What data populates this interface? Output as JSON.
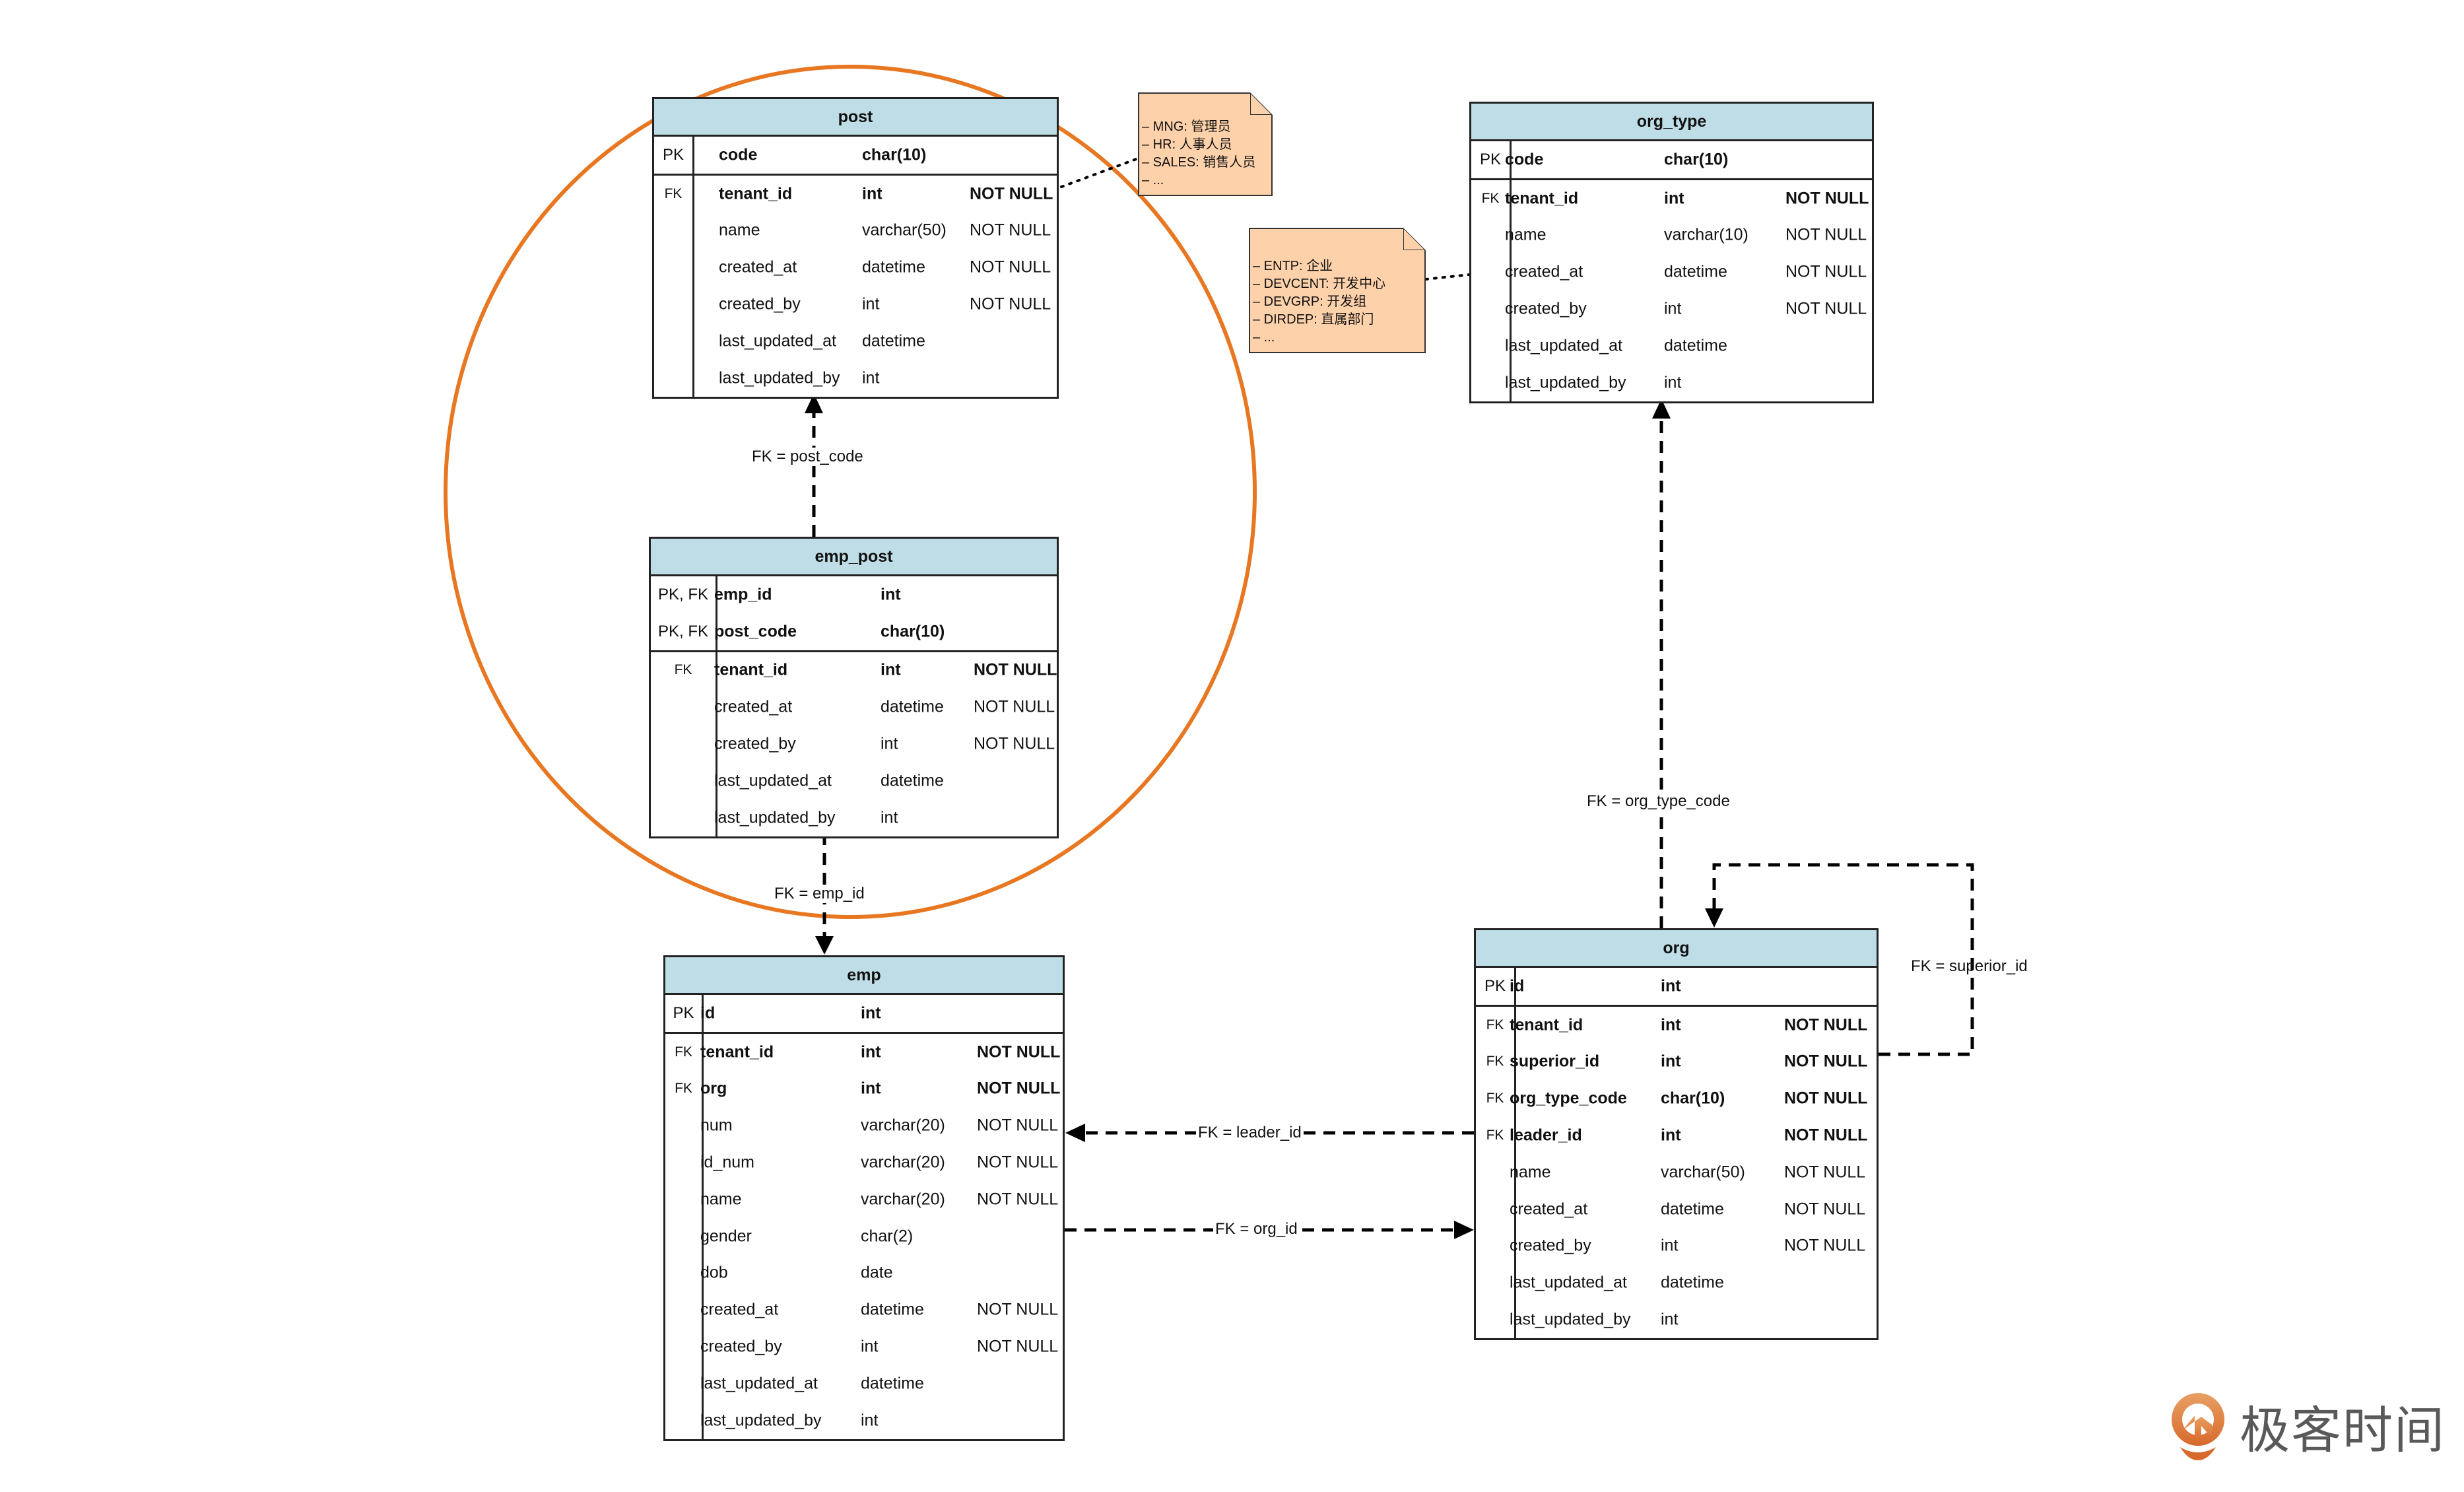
{
  "diagram": {
    "type": "ER diagram",
    "highlight_color": "#e87722",
    "header_color": "#bfdde6",
    "note_color": "#fdd1aa"
  },
  "entities": {
    "post": {
      "title": "post",
      "pk_rows": [
        {
          "key": "PK",
          "name": "code",
          "type": "char(10)",
          "null": ""
        }
      ],
      "rows": [
        {
          "key": "FK",
          "name": "tenant_id",
          "type": "int",
          "null": "NOT NULL",
          "bold": true
        },
        {
          "key": "",
          "name": "name",
          "type": "varchar(50)",
          "null": "NOT NULL"
        },
        {
          "key": "",
          "name": "created_at",
          "type": "datetime",
          "null": "NOT NULL"
        },
        {
          "key": "",
          "name": "created_by",
          "type": "int",
          "null": "NOT NULL"
        },
        {
          "key": "",
          "name": "last_updated_at",
          "type": "datetime",
          "null": ""
        },
        {
          "key": "",
          "name": "last_updated_by",
          "type": "int",
          "null": ""
        }
      ]
    },
    "emp_post": {
      "title": "emp_post",
      "pk_rows": [
        {
          "key": "PK, FK",
          "name": "emp_id",
          "type": "int",
          "null": ""
        },
        {
          "key": "PK, FK",
          "name": "post_code",
          "type": "char(10)",
          "null": ""
        }
      ],
      "rows": [
        {
          "key": "FK",
          "name": "tenant_id",
          "type": "int",
          "null": "NOT NULL",
          "bold": true
        },
        {
          "key": "",
          "name": "created_at",
          "type": "datetime",
          "null": "NOT NULL"
        },
        {
          "key": "",
          "name": "created_by",
          "type": "int",
          "null": "NOT NULL"
        },
        {
          "key": "",
          "name": "last_updated_at",
          "type": "datetime",
          "null": ""
        },
        {
          "key": "",
          "name": "last_updated_by",
          "type": "int",
          "null": ""
        }
      ]
    },
    "org_type": {
      "title": "org_type",
      "pk_rows": [
        {
          "key": "PK",
          "name": "code",
          "type": "char(10)",
          "null": ""
        }
      ],
      "rows": [
        {
          "key": "FK",
          "name": "tenant_id",
          "type": "int",
          "null": "NOT NULL",
          "bold": true
        },
        {
          "key": "",
          "name": "name",
          "type": "varchar(10)",
          "null": "NOT NULL"
        },
        {
          "key": "",
          "name": "created_at",
          "type": "datetime",
          "null": "NOT NULL"
        },
        {
          "key": "",
          "name": "created_by",
          "type": "int",
          "null": "NOT NULL"
        },
        {
          "key": "",
          "name": "last_updated_at",
          "type": "datetime",
          "null": ""
        },
        {
          "key": "",
          "name": "last_updated_by",
          "type": "int",
          "null": ""
        }
      ]
    },
    "emp": {
      "title": "emp",
      "pk_rows": [
        {
          "key": "PK",
          "name": "id",
          "type": "int",
          "null": ""
        }
      ],
      "rows": [
        {
          "key": "FK",
          "name": "tenant_id",
          "type": "int",
          "null": "NOT NULL",
          "bold": true
        },
        {
          "key": "FK",
          "name": "org",
          "type": "int",
          "null": "NOT NULL",
          "bold": true
        },
        {
          "key": "",
          "name": "num",
          "type": "varchar(20)",
          "null": "NOT NULL"
        },
        {
          "key": "",
          "name": "id_num",
          "type": "varchar(20)",
          "null": "NOT NULL"
        },
        {
          "key": "",
          "name": "name",
          "type": "varchar(20)",
          "null": "NOT NULL"
        },
        {
          "key": "",
          "name": "gender",
          "type": "char(2)",
          "null": ""
        },
        {
          "key": "",
          "name": "dob",
          "type": "date",
          "null": ""
        },
        {
          "key": "",
          "name": "created_at",
          "type": "datetime",
          "null": "NOT NULL"
        },
        {
          "key": "",
          "name": "created_by",
          "type": "int",
          "null": "NOT NULL"
        },
        {
          "key": "",
          "name": "last_updated_at",
          "type": "datetime",
          "null": ""
        },
        {
          "key": "",
          "name": "last_updated_by",
          "type": "int",
          "null": ""
        }
      ]
    },
    "org": {
      "title": "org",
      "pk_rows": [
        {
          "key": "PK",
          "name": "id",
          "type": "int",
          "null": ""
        }
      ],
      "rows": [
        {
          "key": "FK",
          "name": "tenant_id",
          "type": "int",
          "null": "NOT NULL",
          "bold": true
        },
        {
          "key": "FK",
          "name": "superior_id",
          "type": "int",
          "null": "NOT NULL",
          "bold": true
        },
        {
          "key": "FK",
          "name": "org_type_code",
          "type": "char(10)",
          "null": "NOT NULL",
          "bold": true
        },
        {
          "key": "FK",
          "name": "leader_id",
          "type": "int",
          "null": "NOT NULL",
          "bold": true
        },
        {
          "key": "",
          "name": "name",
          "type": "varchar(50)",
          "null": "NOT NULL"
        },
        {
          "key": "",
          "name": "created_at",
          "type": "datetime",
          "null": "NOT NULL"
        },
        {
          "key": "",
          "name": "created_by",
          "type": "int",
          "null": "NOT NULL"
        },
        {
          "key": "",
          "name": "last_updated_at",
          "type": "datetime",
          "null": ""
        },
        {
          "key": "",
          "name": "last_updated_by",
          "type": "int",
          "null": ""
        }
      ]
    }
  },
  "notes": {
    "post_codes": [
      "– MNG: 管理员",
      "– HR: 人事人员",
      "– SALES: 销售人员",
      "– ..."
    ],
    "org_type_codes": [
      "– ENTP: 企业",
      "– DEVCENT: 开发中心",
      "– DEVGRP: 开发组",
      "– DIRDEP: 直属部门",
      "– ..."
    ]
  },
  "relations": {
    "post_code": "FK = post_code",
    "emp_id": "FK = emp_id",
    "org_type_code": "FK = org_type_code",
    "superior_id": "FK = superior_id",
    "leader_id": "FK = leader_id",
    "org_id": "FK = org_id"
  },
  "logo": {
    "text": "极客时间",
    "icon": "geektime-logo-icon"
  }
}
